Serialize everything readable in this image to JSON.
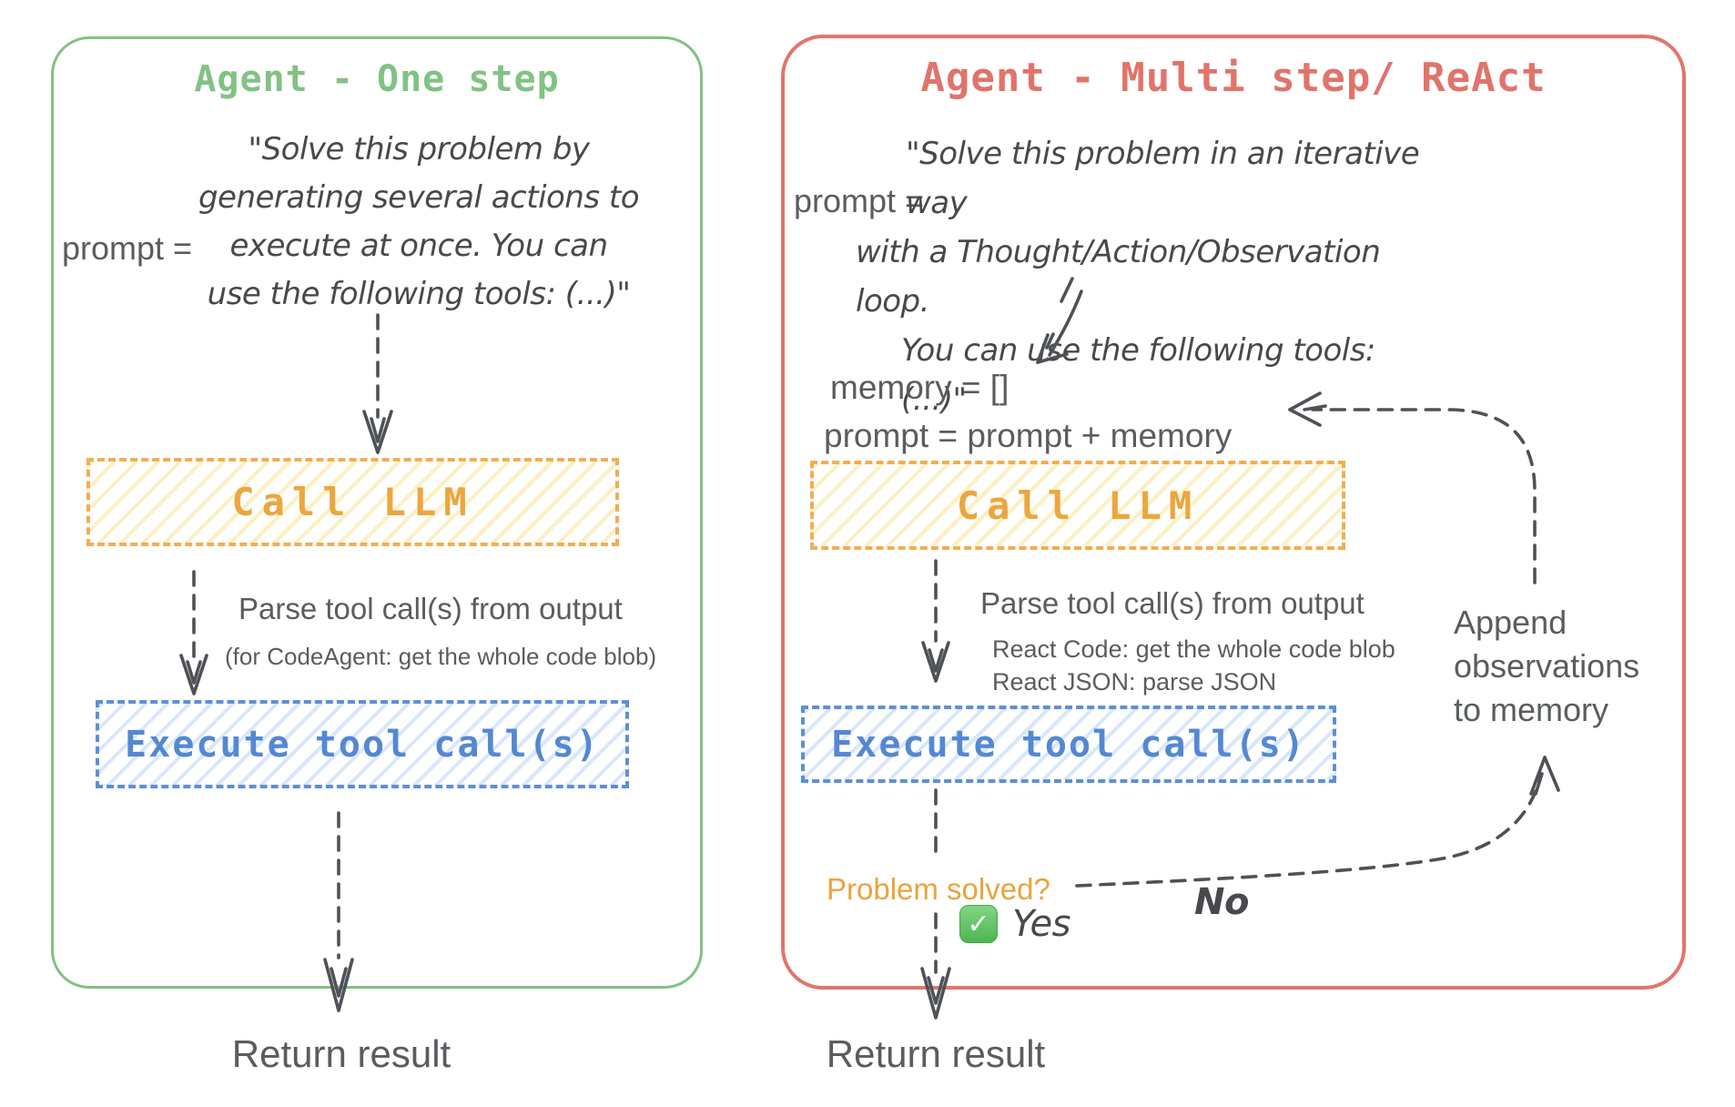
{
  "diagram": {
    "background": "#ffffff",
    "arrow_color": "#4e5256",
    "text_color": "#595d60",
    "hand_text_color": "#47494c"
  },
  "left_panel": {
    "title": "Agent - One step",
    "border_color": "#82c284",
    "prompt_label": "prompt =",
    "prompt_lines": [
      "\"Solve this problem by",
      "generating several actions to",
      "execute at once. You can",
      "use the following tools: (...)\""
    ],
    "call_llm": {
      "label": "Call LLM",
      "border_color": "#f0ae54",
      "text_color": "#eca63f"
    },
    "parse_title": "Parse tool call(s) from output",
    "parse_note": "(for CodeAgent: get the whole code blob)",
    "execute": {
      "label": "Execute tool call(s)",
      "border_color": "#5d90d5",
      "text_color": "#5488d2"
    },
    "return_label": "Return result"
  },
  "right_panel": {
    "title": "Agent - Multi step/ ReAct",
    "border_color": "#e2756c",
    "prompt_label": "prompt =",
    "prompt_lines": [
      "\"Solve this problem in an iterative way",
      "with a Thought/Action/Observation loop.",
      "You can use the following tools: (...)\""
    ],
    "memory_init": "memory = []",
    "prompt_update": "prompt = prompt + memory",
    "call_llm": {
      "label": "Call LLM"
    },
    "parse_title": "Parse tool call(s) from output",
    "parse_note_code": "React Code: get the whole code blob",
    "parse_note_json": "React JSON: parse JSON",
    "execute": {
      "label": "Execute tool call(s)"
    },
    "problem_solved_label": "Problem solved?",
    "problem_solved_color": "#e9a43c",
    "yes_label": "Yes",
    "no_label": "No",
    "append_lines": [
      "Append",
      "observations",
      "to memory"
    ],
    "return_label": "Return result"
  },
  "icons": {
    "check": "✓"
  }
}
